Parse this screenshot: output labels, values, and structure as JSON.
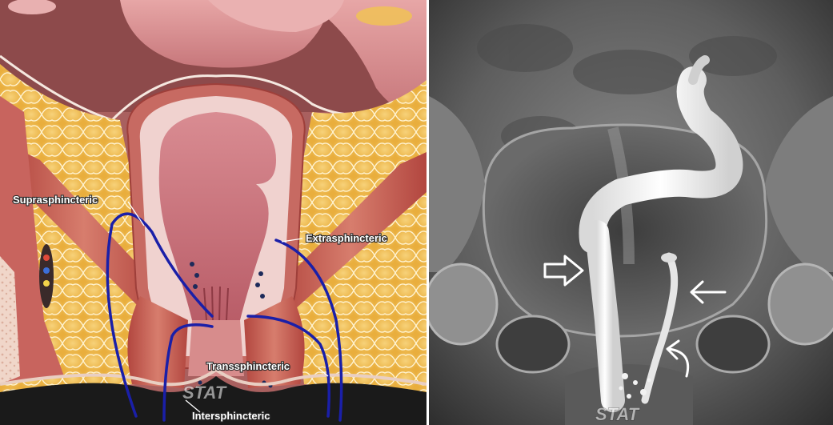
{
  "left_panel": {
    "labels": {
      "suprasphincteric": "Suprasphincteric",
      "extrasphincteric": "Extrasphincteric",
      "transsphincteric": "Transsphincteric",
      "intersphincteric": "Intersphincteric"
    },
    "watermark": "STAT"
  },
  "right_panel": {
    "watermark": "STAT"
  },
  "colors": {
    "fistula_line": "#1a1fa8",
    "fat": "#f2c15a",
    "muscle": "#c5605a",
    "mucosa": "#e8a0a0",
    "background": "#ffffff"
  }
}
